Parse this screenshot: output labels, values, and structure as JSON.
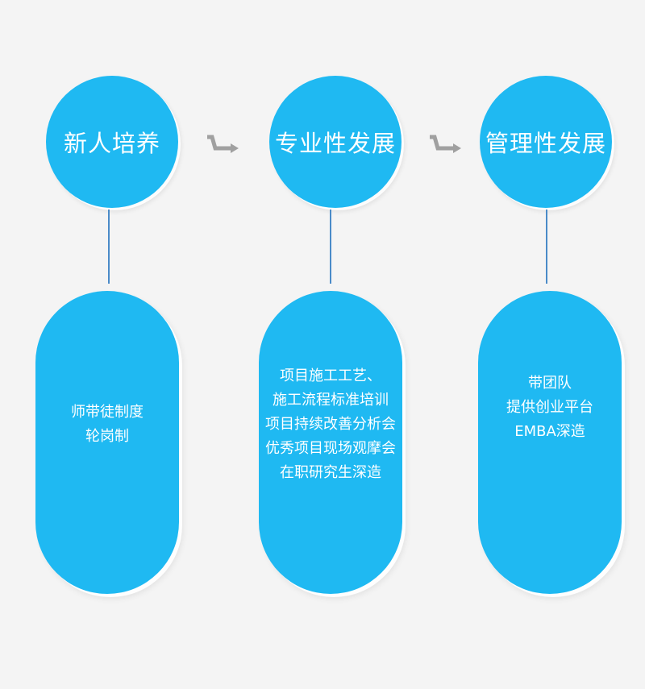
{
  "stages": [
    {
      "title": "新人培养",
      "details": [
        "师带徒制度",
        "轮岗制"
      ]
    },
    {
      "title": "专业性发展",
      "details": [
        "项目施工工艺、",
        "施工流程标准培训",
        "项目持续改善分析会",
        "优秀项目现场观摩会",
        "在职研究生深造"
      ]
    },
    {
      "title": "管理性发展",
      "details": [
        "带团队",
        "提供创业平台",
        "EMBA深造"
      ]
    }
  ],
  "colors": {
    "circle": "#1fb9f2",
    "pill": "#1fb9f2",
    "connector": "#4a8bc8",
    "arrow": "#a0a0a0",
    "background": "#f4f4f4"
  }
}
